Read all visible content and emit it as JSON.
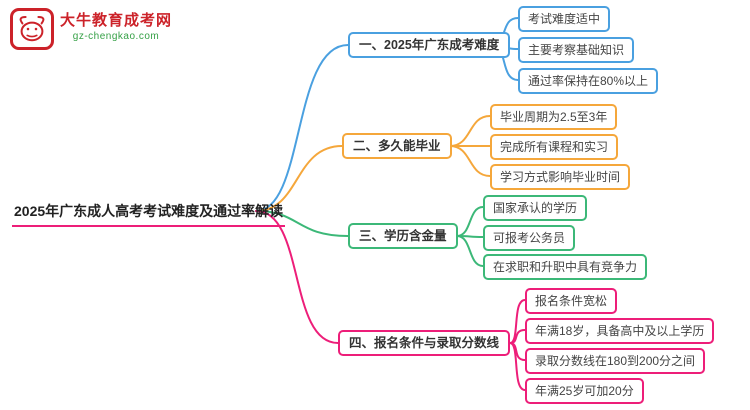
{
  "logo": {
    "title": "大牛教育成考网",
    "subtitle": "gz-chengkao.com",
    "icon": "bull-icon",
    "colors": {
      "red": "#cc2229",
      "green": "#35a046"
    }
  },
  "root": {
    "label": "2025年广东成人高考考试难度及通过率解读"
  },
  "branches": [
    {
      "label": "一、2025年广东成考难度",
      "color": "#4aa0e0",
      "children": [
        "考试难度适中",
        "主要考察基础知识",
        "通过率保持在80%以上"
      ]
    },
    {
      "label": "二、多久能毕业",
      "color": "#f5a73b",
      "children": [
        "毕业周期为2.5至3年",
        "完成所有课程和实习",
        "学习方式影响毕业时间"
      ]
    },
    {
      "label": "三、学历含金量",
      "color": "#3cb878",
      "children": [
        "国家承认的学历",
        "可报考公务员",
        "在求职和升职中具有竞争力"
      ]
    },
    {
      "label": "四、报名条件与录取分数线",
      "color": "#ed1e79",
      "children": [
        "报名条件宽松",
        "年满18岁，具备高中及以上学历",
        "录取分数线在180到200分之间",
        "年满25岁可加20分"
      ]
    }
  ]
}
